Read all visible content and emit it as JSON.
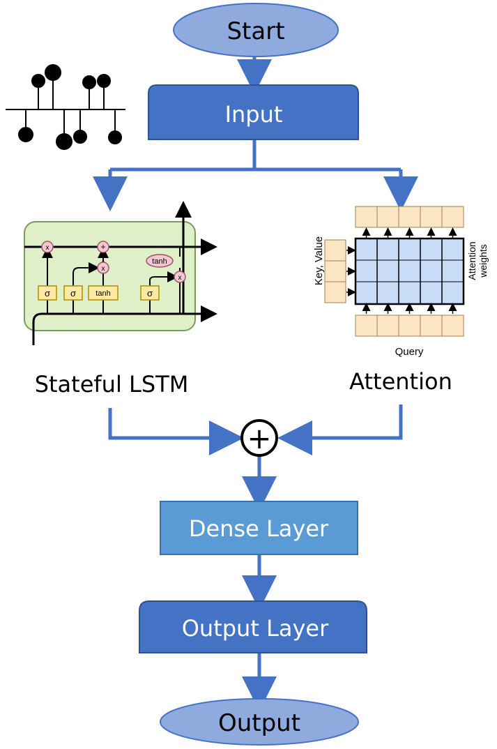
{
  "flow": {
    "start_label": "Start",
    "input_label": "Input",
    "lstm_label": "Stateful LSTM",
    "attention_label": "Attention",
    "combine_symbol": "+",
    "dense_label": "Dense Layer",
    "output_layer_label": "Output Layer",
    "output_label": "Output"
  },
  "lstm_cell": {
    "gates": [
      "σ",
      "σ",
      "tanh",
      "σ"
    ],
    "ops": [
      "x",
      "+",
      "x",
      "x"
    ],
    "tanh_label": "tanh"
  },
  "attention_panel": {
    "key_value_label": "Key, Value",
    "query_label": "Query",
    "weights_label_line1": "Attention",
    "weights_label_line2": "weights"
  },
  "colors": {
    "arrow": "#4472c4",
    "node_fill": "#4472c4",
    "dense_fill": "#5b9bd5",
    "ellipse_fill": "#8faadc",
    "lstm_bg": "#dff0c8",
    "gate_fill": "#fde9a3",
    "attn_grid": "#c8dbf7",
    "attn_input": "#fce5c4"
  }
}
